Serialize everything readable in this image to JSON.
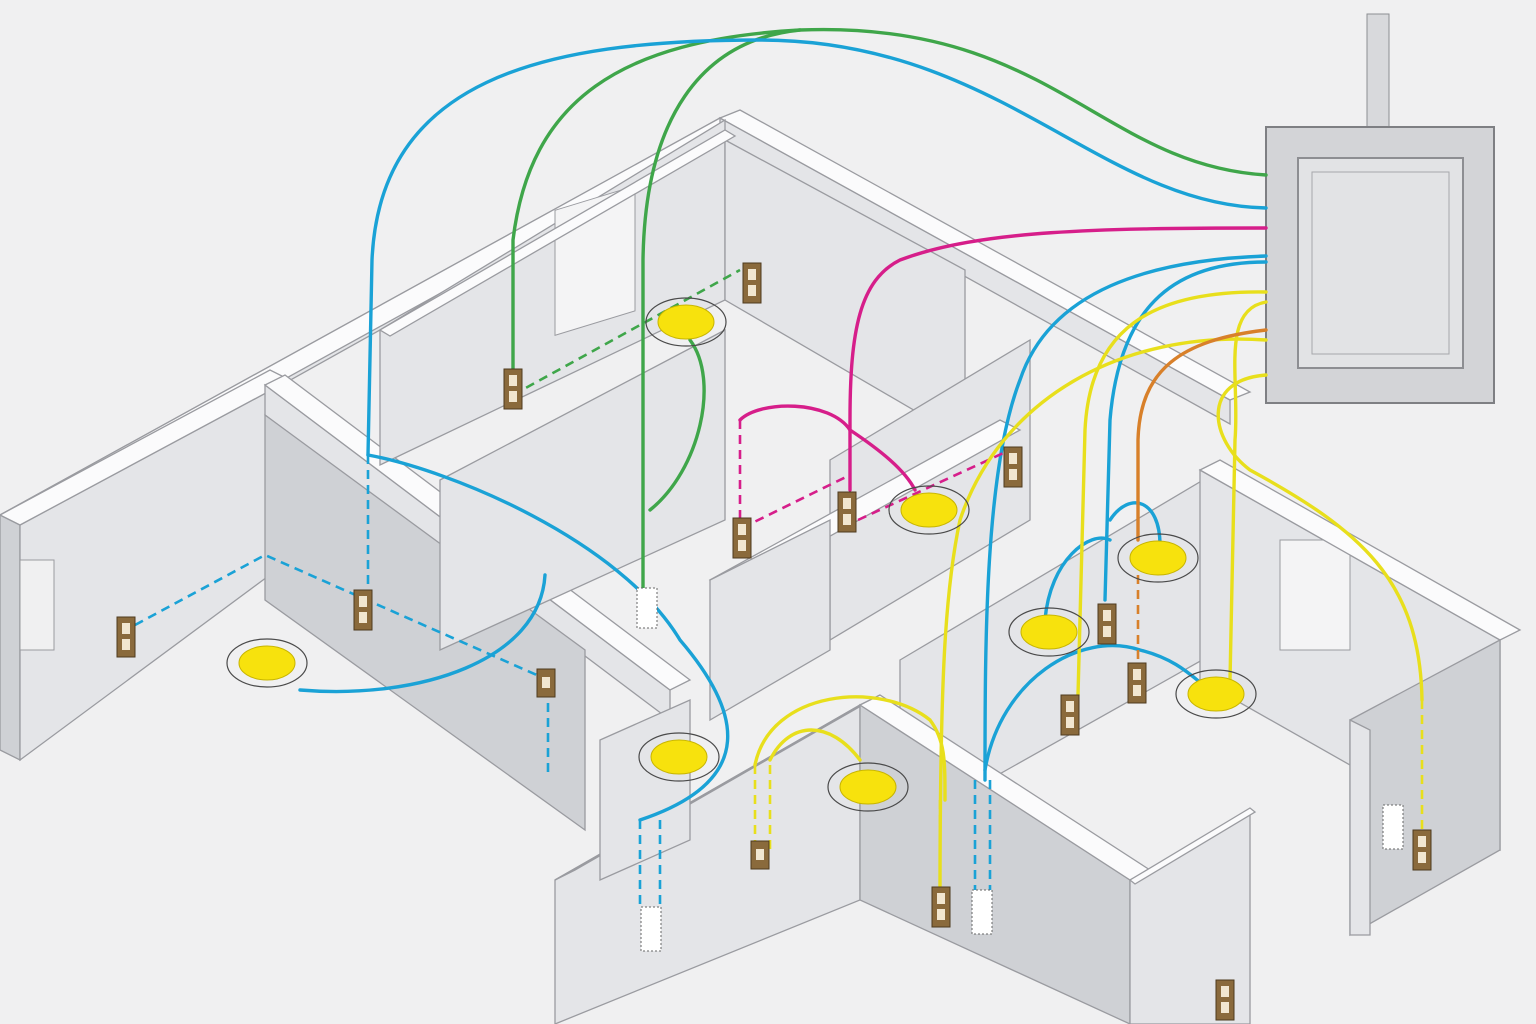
{
  "colors": {
    "background": "#f0f0f1",
    "wall_top": "#fbfbfc",
    "wall_face": "#e4e5e8",
    "panel": "#d3d4d7",
    "wire_blue": "#1aa2d6",
    "wire_green": "#3fa64a",
    "wire_magenta": "#d61e8a",
    "wire_yellow": "#e8df1c",
    "wire_orange": "#d8802a",
    "switch_plate": "#8a6a3c",
    "light": "#f7e20d"
  },
  "panel": {
    "icon": "breaker-panel-icon"
  },
  "circuits": [
    {
      "color": "blue",
      "icon": "wire"
    },
    {
      "color": "green",
      "icon": "wire"
    },
    {
      "color": "magenta",
      "icon": "wire"
    },
    {
      "color": "yellow",
      "icon": "wire"
    },
    {
      "color": "orange",
      "icon": "wire"
    }
  ],
  "fixtures": {
    "ceiling_light_icon": "ceiling-light-icon",
    "switch_icon": "wall-switch-icon"
  }
}
